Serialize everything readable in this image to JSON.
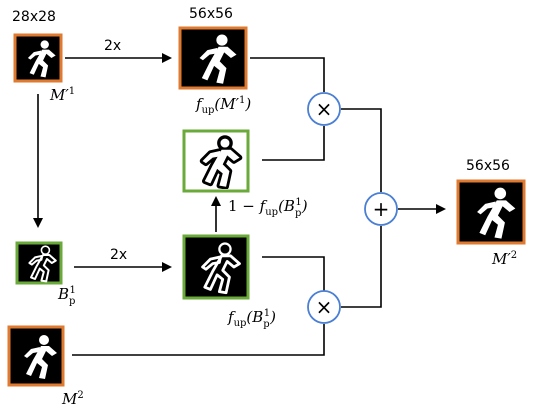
{
  "labels": {
    "size_28": "28x28",
    "size_56_top": "56x56",
    "size_56_out": "56x56",
    "up_2x_top": "2x",
    "up_2x_mid": "2x"
  },
  "math": {
    "m1_prime": {
      "base": "M′",
      "sup": "1"
    },
    "f_up_m1": {
      "text": "f",
      "sub": "up",
      "rest": "(M′",
      "sup": "1",
      "end": ")"
    },
    "one_minus": {
      "prefix": "1 − ",
      "f": "f",
      "sub": "up",
      "open": "(B",
      "bsub": "p",
      "bsup": "1",
      "close": ")"
    },
    "b_p1": {
      "base": "B",
      "sub": "p",
      "sup": "1"
    },
    "f_up_b": {
      "f": "f",
      "sub": "up",
      "open": "(B",
      "bsub": "p",
      "bsup": "1",
      "close": ")"
    },
    "m2": {
      "base": "M",
      "sup": "2"
    },
    "m2_prime": {
      "base": "M′",
      "sup": "2"
    }
  },
  "operators": {
    "multiply": "×",
    "add": "+"
  },
  "colors": {
    "orange_border": "#e07a30",
    "green_border": "#6aaa3a",
    "op_circle": "#4a7fd4",
    "line": "#000000"
  },
  "icons": {
    "thumb": "running-person-silhouette-icon"
  }
}
